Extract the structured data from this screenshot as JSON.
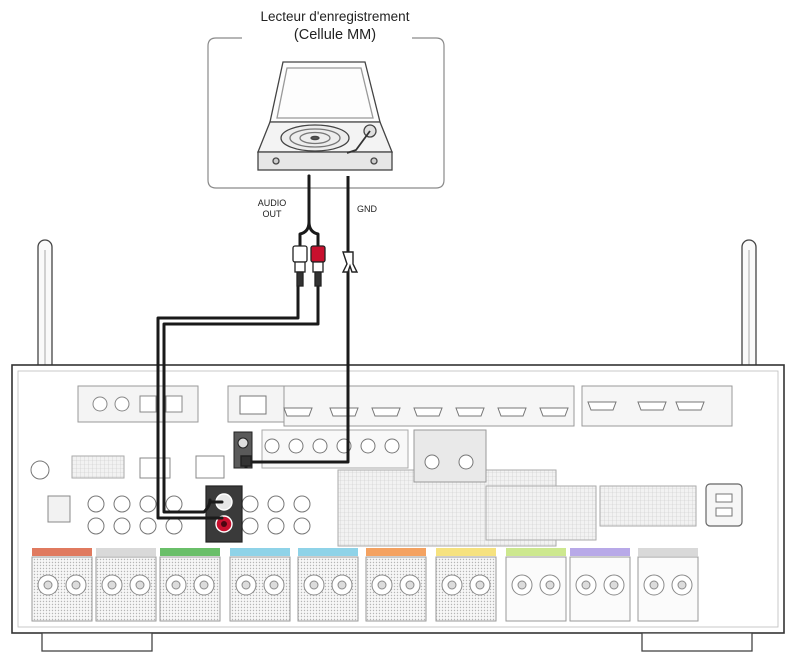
{
  "labels": {
    "title": "Lecteur d'enregistrement",
    "subtitle": "(Cellule MM)",
    "audio_out": "AUDIO\nOUT",
    "gnd": "GND"
  },
  "colors": {
    "cable": "#1a1a1a",
    "plug_red": "#c8102e",
    "plug_white": "#ffffff",
    "panel_outline": "#333333",
    "panel_detail": "#9a9a9a",
    "zone_colors": [
      "#e07a5f",
      "#d9d9d9",
      "#6abf69",
      "#8fd3e8",
      "#8fd3e8",
      "#f4a261",
      "#f6e27f",
      "#cde88f",
      "#b8a9e8",
      "#d9d9d9"
    ]
  }
}
